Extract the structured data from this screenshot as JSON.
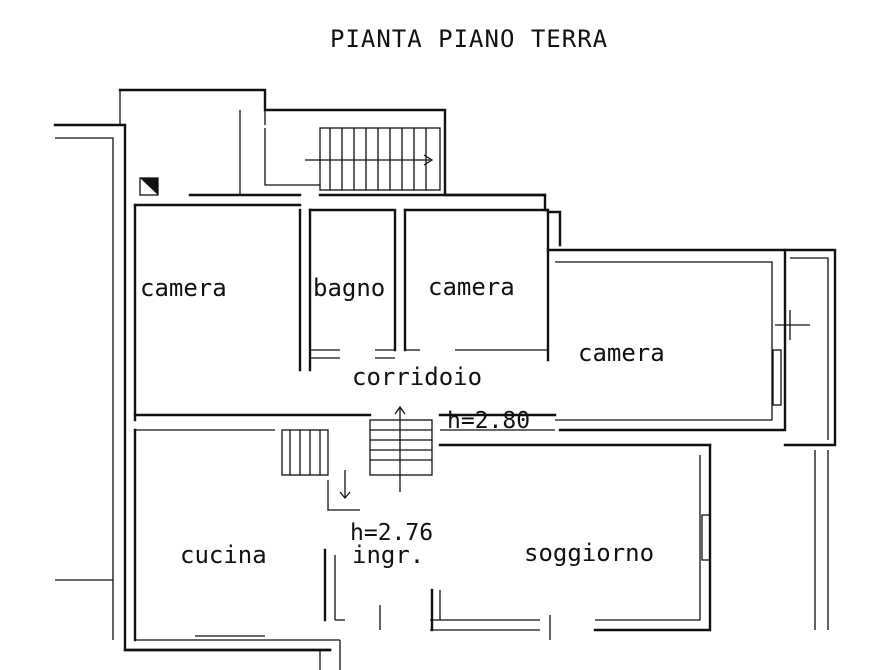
{
  "plan": {
    "title": "PIANTA PIANO TERRA",
    "rooms": {
      "camera_left": "camera",
      "bagno": "bagno",
      "camera_middle": "camera",
      "camera_right": "camera",
      "corridoio": "corridoio",
      "cucina": "cucina",
      "ingresso": "ingr.",
      "soggiorno": "soggiorno"
    },
    "heights": {
      "upper": "h=2.80",
      "lower": "h=2.76"
    }
  }
}
